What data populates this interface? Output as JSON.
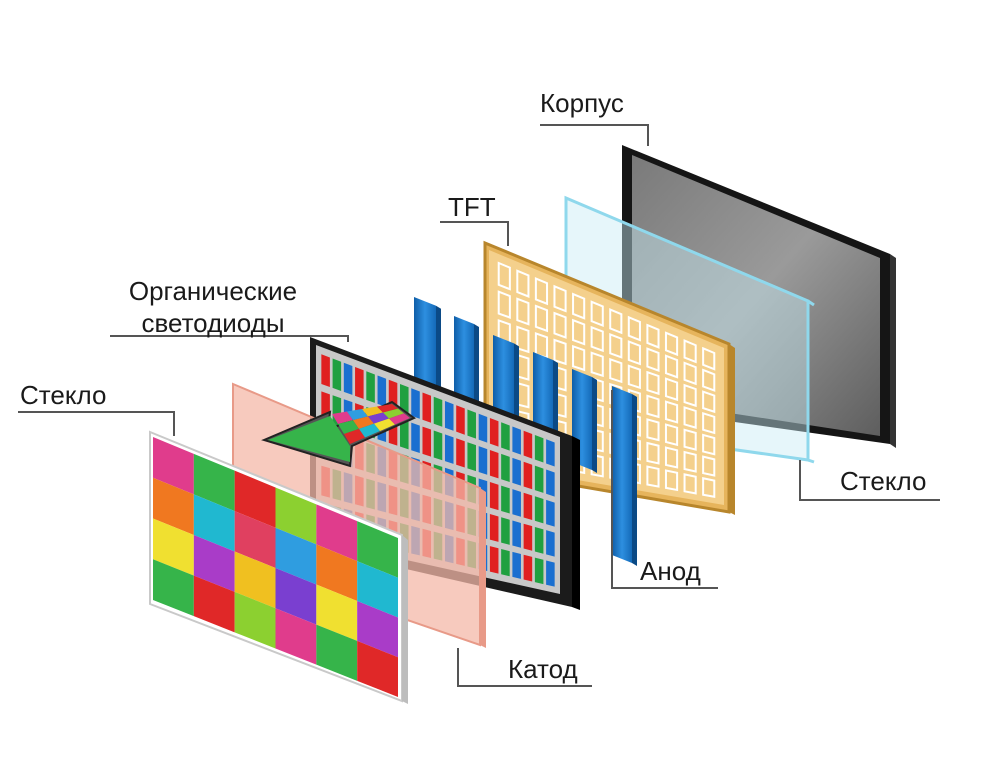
{
  "labels": {
    "housing": "Корпус",
    "tft": "TFT",
    "oled_line1": "Органические",
    "oled_line2": "светодиоды",
    "glass_front": "Стекло",
    "glass_back": "Стекло",
    "anode": "Анод",
    "cathode": "Катод"
  },
  "colors": {
    "front_glass_tiles": [
      "#e03c8c",
      "#a93cc8",
      "#2f9de0",
      "#36b44a",
      "#f0c020",
      "#f07820",
      "#e02828",
      "#7a3fd0",
      "#20b8d0",
      "#8cd030",
      "#f0e030",
      "#e04060"
    ],
    "oled_red": "#e02020",
    "oled_green": "#20a040",
    "oled_blue": "#1a6fd0",
    "anode_strip": "#1e7fd0",
    "tft_board": "#e8b860",
    "cathode_sheet": "#f4b8a8",
    "housing_frame": "#1a1a1a",
    "glass_edge": "#8fd8ec"
  },
  "icons": [
    "arrow-icon"
  ]
}
